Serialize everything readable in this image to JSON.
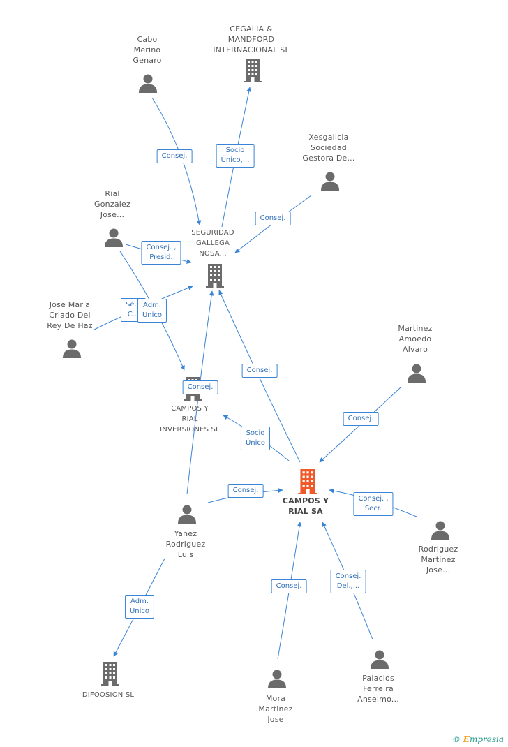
{
  "colors": {
    "edge": "#3a84d6",
    "node_gray": "#6b6b6b",
    "node_highlight": "#f0592a"
  },
  "nodes": {
    "cabo": {
      "label": "Cabo\nMerino\nGenaro",
      "icon": "person-icon"
    },
    "cegalia": {
      "label": "CEGALIA &\nMANDFORD\nINTERNACIONAL SL",
      "icon": "building-icon"
    },
    "xesgalicia": {
      "label": "Xesgalicia\nSociedad\nGestora De...",
      "icon": "person-icon"
    },
    "rial_gonzalez": {
      "label": "Rial\nGonzalez\nJose...",
      "icon": "person-icon"
    },
    "seguridad": {
      "label": "SEGURIDAD\nGALLEGA\nNOSA...",
      "icon": "building-icon"
    },
    "jose_maria": {
      "label": "Jose Maria\nCriado Del\nRey De Haz",
      "icon": "person-icon"
    },
    "martinez_amoedo": {
      "label": "Martinez\nAmoedo\nAlvaro",
      "icon": "person-icon"
    },
    "campos_inversiones": {
      "label": "CAMPOS Y\nRIAL\nINVERSIONES SL",
      "icon": "building-icon"
    },
    "campos_sa": {
      "label": "CAMPOS Y\nRIAL SA",
      "icon": "building-icon"
    },
    "yanez": {
      "label": "Yañez\nRodriguez\nLuis",
      "icon": "person-icon"
    },
    "rodriguez_martinez": {
      "label": "Rodriguez\nMartinez\nJose...",
      "icon": "person-icon"
    },
    "difoosion": {
      "label": "DIFOOSION SL",
      "icon": "building-icon"
    },
    "mora": {
      "label": "Mora\nMartinez\nJose",
      "icon": "person-icon"
    },
    "palacios": {
      "label": "Palacios\nFerreira\nAnselmo...",
      "icon": "person-icon"
    }
  },
  "relations": {
    "cabo_seguridad": "Consej.",
    "seguridad_cegalia": "Socio\nÚnico,...",
    "xesgalicia_seguridad": "Consej.",
    "rial_seguridad": "Consej. ,\nPresid.",
    "jose_seguridad": "Se...\nC...",
    "rial_inversiones": "Adm.\nUnico",
    "yanez_inversiones": "Consej.",
    "campos_seguridad": "Consej.",
    "martinez_campos": "Consej.",
    "campos_inversiones": "Socio\nÚnico",
    "yanez_campos": "Consej.",
    "rodriguez_campos": "Consej. ,\nSecr.",
    "yanez_difoosion": "Adm.\nUnico",
    "mora_campos": "Consej.",
    "palacios_campos": "Consej.\nDel.,..."
  },
  "brand": {
    "symbol": "©",
    "initial": "E",
    "rest": "mpresia"
  }
}
